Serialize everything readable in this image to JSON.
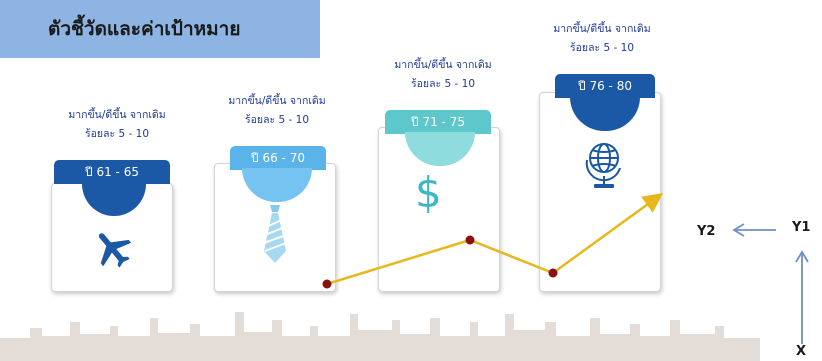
{
  "title": "ตัวชี้วัดและค่าเป้าหมาย",
  "stages": [
    {
      "period": "ปี 61 - 65",
      "caption_line1": "มากขึ้น/ดีขึ้น จากเดิม",
      "caption_line2": "ร้อยละ 5 - 10",
      "icon": "airplane-icon",
      "tab_color": "#1b59a6",
      "bowl_color": "#1b59a6"
    },
    {
      "period": "ปี 66 - 70",
      "caption_line1": "มากขึ้น/ดีขึ้น จากเดิม",
      "caption_line2": "ร้อยละ 5 - 10",
      "icon": "necktie-icon",
      "tab_color": "#5ab4ea",
      "bowl_color": "#74c3f0"
    },
    {
      "period": "ปี 71 - 75",
      "caption_line1": "มากขึ้น/ดีขึ้น จากเดิม",
      "caption_line2": "ร้อยละ 5 - 10",
      "icon": "dollar-sign-icon",
      "tab_color": "#5ec7cc",
      "bowl_color": "#8fdcde"
    },
    {
      "period": "ปี 76 - 80",
      "caption_line1": "มากขึ้น/ดีขึ้น จากเดิม",
      "caption_line2": "ร้อยละ 5 - 10",
      "icon": "globe-icon",
      "tab_color": "#1b59a6",
      "bowl_color": "#1b59a6"
    }
  ],
  "axes": {
    "y2": "Y2",
    "y1": "Y1",
    "x": "X"
  },
  "colors": {
    "banner": "#8eb4e3",
    "trend_line": "#e6b81e",
    "trend_point": "#8b1010",
    "caption_text": "#1f3a93",
    "arrow": "#6f8fc9",
    "skyline": "#d9d2cc"
  }
}
